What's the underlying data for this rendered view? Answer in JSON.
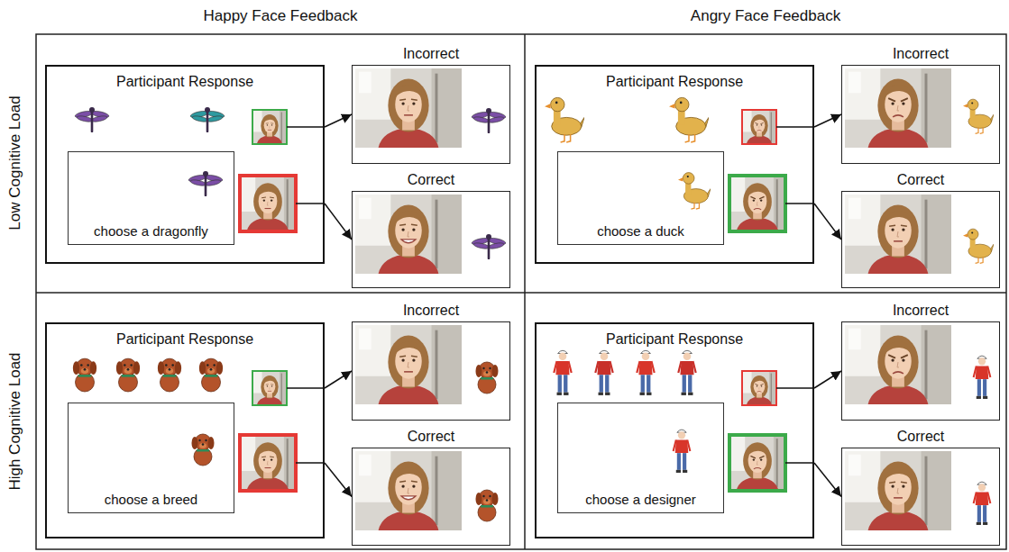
{
  "diagram": {
    "nodes": [
      {
        "text": [
          "Participant Response"
        ]
      },
      {
        "text": [
          "choose a dragonfly"
        ],
        "in": 0
      },
      {
        "text": [
          "Incorrect"
        ]
      },
      {
        "text": [
          "Correct"
        ]
      },
      {
        "text": [
          "Participant Response"
        ]
      },
      {
        "text": [
          "choose a duck"
        ],
        "in": 4
      },
      {
        "text": [
          "Incorrect"
        ]
      },
      {
        "text": [
          "Correct"
        ]
      },
      {
        "text": [
          "Participant Response"
        ]
      },
      {
        "text": [
          "choose a breed"
        ],
        "in": 8
      },
      {
        "text": [
          "Incorrect"
        ]
      },
      {
        "text": [
          "Correct"
        ]
      },
      {
        "text": [
          "Participant Response"
        ]
      },
      {
        "text": [
          "choose a designer"
        ],
        "in": 12
      },
      {
        "text": [
          "Incorrect"
        ]
      },
      {
        "text": [
          "Correct"
        ]
      }
    ],
    "edges": [
      {
        "from": 0,
        "to": 2,
        "arrow": "to"
      },
      {
        "from": 0,
        "to": 3,
        "arrow": "to"
      },
      {
        "from": 4,
        "to": 6,
        "arrow": "to"
      },
      {
        "from": 4,
        "to": 7,
        "arrow": "to"
      },
      {
        "from": 8,
        "to": 10,
        "arrow": "to"
      },
      {
        "from": 8,
        "to": 11,
        "arrow": "to"
      },
      {
        "from": 12,
        "to": 14,
        "arrow": "to"
      },
      {
        "from": 12,
        "to": 15,
        "arrow": "to"
      }
    ],
    "labels": [
      "Happy Face Feedback",
      "Angry Face Feedback",
      "Low Cognitive Load",
      "High Cognitive Load"
    ]
  }
}
